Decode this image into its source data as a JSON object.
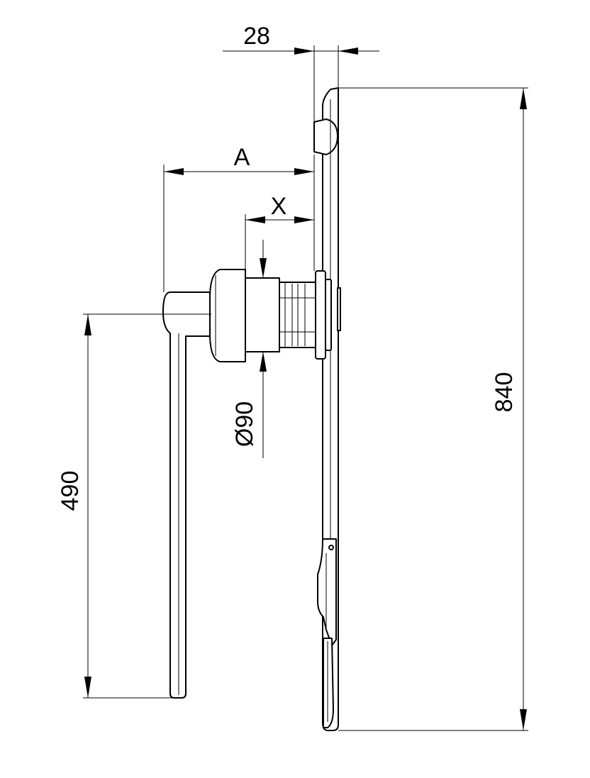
{
  "dimensions": {
    "top_width": "28",
    "offset_a": "A",
    "offset_x": "X",
    "diameter": "Ø90",
    "handle_length": "490",
    "total_height": "840"
  }
}
